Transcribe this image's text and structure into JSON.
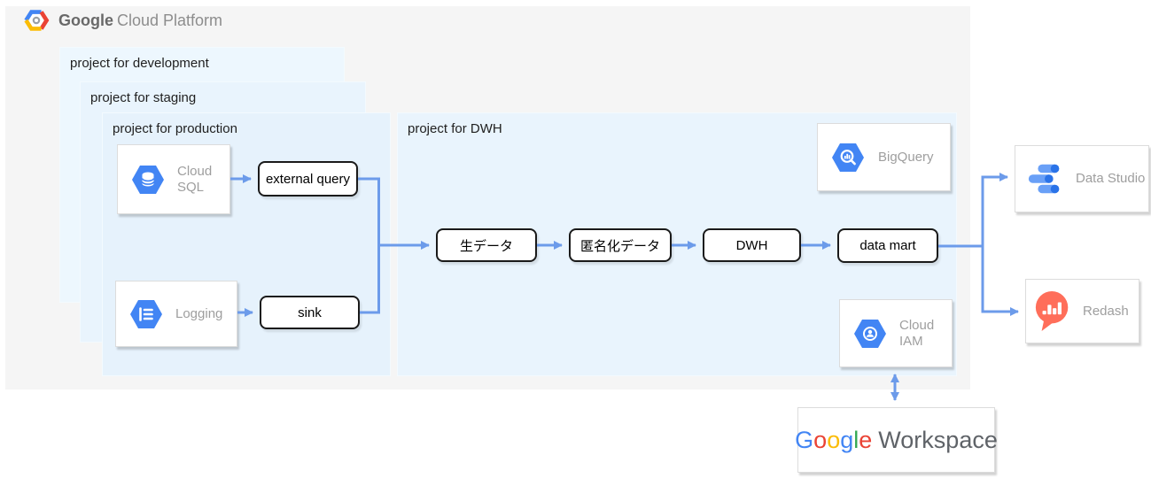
{
  "header": {
    "brand_bold": "Google",
    "brand_rest": "Cloud Platform",
    "logo_icon": "gcp-hexagon-logo"
  },
  "zones": [
    {
      "name": "project-for-development",
      "label": "project for development"
    },
    {
      "name": "project-for-staging",
      "label": "project for staging"
    },
    {
      "name": "project-for-production",
      "label": "project for production"
    },
    {
      "name": "project-for-dwh",
      "label": "project for DWH"
    }
  ],
  "services": [
    {
      "name": "cloud-sql",
      "icon": "cloud-sql-database-hexagon-icon",
      "label_lines": [
        "Cloud",
        "SQL"
      ]
    },
    {
      "name": "logging",
      "icon": "logging-list-hexagon-icon",
      "label_lines": [
        "Logging"
      ]
    },
    {
      "name": "bigquery",
      "icon": "bigquery-magnifier-hexagon-icon",
      "label_lines": [
        "BigQuery"
      ]
    },
    {
      "name": "cloud-iam",
      "icon": "cloud-iam-user-hexagon-icon",
      "label_lines": [
        "Cloud",
        "IAM"
      ]
    }
  ],
  "process_nodes": [
    {
      "name": "external-query",
      "label": "external query"
    },
    {
      "name": "sink",
      "label": "sink"
    },
    {
      "name": "raw-data",
      "label": "生データ"
    },
    {
      "name": "anonymized-data",
      "label": "匿名化データ"
    },
    {
      "name": "dwh",
      "label": "DWH"
    },
    {
      "name": "data-mart",
      "label": "data mart"
    }
  ],
  "external_tools": [
    {
      "name": "data-studio",
      "icon": "data-studio-bars-icon",
      "label": "Data Studio"
    },
    {
      "name": "redash",
      "icon": "redash-speech-bubble-chart-icon",
      "label": "Redash"
    }
  ],
  "workspace": {
    "letters": [
      {
        "ch": "G",
        "color": "#4285F4"
      },
      {
        "ch": "o",
        "color": "#EA4335"
      },
      {
        "ch": "o",
        "color": "#FBBC05"
      },
      {
        "ch": "g",
        "color": "#4285F4"
      },
      {
        "ch": "l",
        "color": "#34A853"
      },
      {
        "ch": "e",
        "color": "#EA4335"
      }
    ],
    "rest": "Workspace"
  },
  "connections": [
    {
      "from": "cloud-sql",
      "to": "external-query"
    },
    {
      "from": "logging",
      "to": "sink"
    },
    {
      "from": "external-query",
      "to": "raw-data"
    },
    {
      "from": "sink",
      "to": "raw-data"
    },
    {
      "from": "raw-data",
      "to": "anonymized-data"
    },
    {
      "from": "anonymized-data",
      "to": "dwh"
    },
    {
      "from": "dwh",
      "to": "data-mart"
    },
    {
      "from": "data-mart",
      "to": "data-studio"
    },
    {
      "from": "data-mart",
      "to": "redash"
    },
    {
      "from": "cloud-iam",
      "to": "google-workspace",
      "bidirectional": true
    }
  ],
  "colors": {
    "arrow_blue": "#6c9bea",
    "hexagon_blue": "#4285f4",
    "zone_fill": "#e9f4fd",
    "container_gray": "#f5f5f5",
    "card_label_gray": "#9e9e9e",
    "redash_coral": "#ff6e5a",
    "datastudio_light_blue": "#69a0f7",
    "datastudio_dark_blue": "#2a73e8"
  }
}
